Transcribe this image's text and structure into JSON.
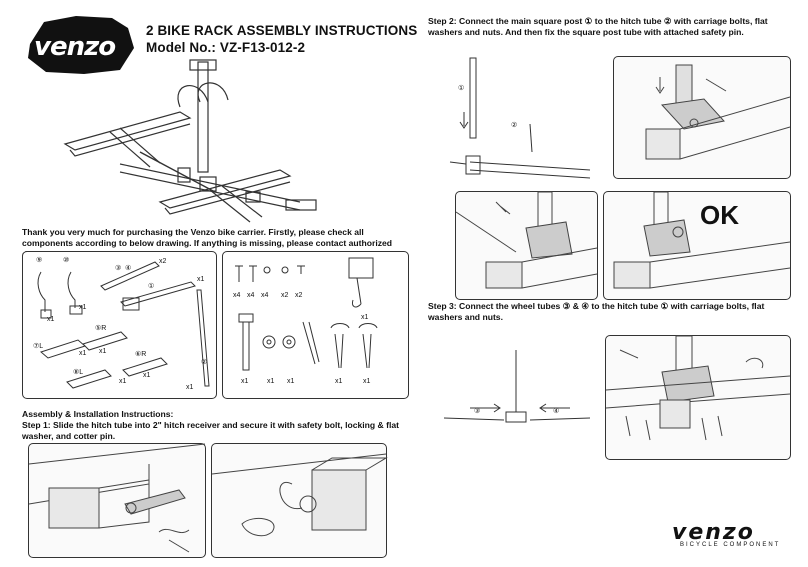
{
  "brand": {
    "logo_text": "venzo",
    "footer_logo_text": "venzo",
    "footer_tagline": "BICYCLE COMPONENT"
  },
  "header": {
    "title": "2 BIKE RACK ASSEMBLY INSTRUCTIONS",
    "model": "Model No.: VZ-F13-012-2"
  },
  "intro": {
    "thanks": "Thank you very much for purchasing the Venzo bike carrier. Firstly, please check all components according to below drawing. If anything is missing, please contact authorized dealer."
  },
  "parts_left": {
    "labels": [
      {
        "id": "p9",
        "text": "⑨"
      },
      {
        "id": "p10",
        "text": "⑩"
      },
      {
        "id": "p3",
        "text": "③"
      },
      {
        "id": "p4",
        "text": "④"
      },
      {
        "id": "q_x2",
        "text": "x2"
      },
      {
        "id": "p1",
        "text": "①"
      },
      {
        "id": "q_x1_1",
        "text": "x1"
      },
      {
        "id": "q_x1_9",
        "text": "x1"
      },
      {
        "id": "q_x1_10",
        "text": "x1"
      },
      {
        "id": "p5",
        "text": "⑤R"
      },
      {
        "id": "p7",
        "text": "⑦L"
      },
      {
        "id": "q_x1_5",
        "text": "x1"
      },
      {
        "id": "q_x1_7",
        "text": "x1"
      },
      {
        "id": "p6",
        "text": "⑥R"
      },
      {
        "id": "p8",
        "text": "⑧L"
      },
      {
        "id": "q_x1_6",
        "text": "x1"
      },
      {
        "id": "q_x1_8",
        "text": "x1"
      },
      {
        "id": "p2",
        "text": "②"
      },
      {
        "id": "q_x1_2",
        "text": "x1"
      }
    ]
  },
  "parts_right": {
    "hardware_qty": [
      "x4",
      "x4",
      "x4",
      "x2",
      "x2"
    ],
    "pin_qty": "x1",
    "bottom_qty": [
      "x1",
      "x1",
      "x1",
      "x1",
      "x1"
    ]
  },
  "assembly": {
    "heading": "Assembly & Installation Instructions:",
    "step1": "Step 1: Slide the hitch tube  into 2\" hitch receiver and secure it with safety bolt, locking & flat washer, and cotter pin."
  },
  "step2": {
    "text": "Step 2: Connect the main square post ① to the hitch tube ② with carriage bolts, flat washers and nuts. And then fix the square post tube with attached safety pin.",
    "label_post": "①",
    "label_tube": "②",
    "ok": "OK"
  },
  "step3": {
    "text": "Step 3: Connect the wheel tubes ③ & ④ to the hitch tube ① with carriage bolts, flat washers and nuts.",
    "label_left": "③",
    "label_right": "④"
  }
}
